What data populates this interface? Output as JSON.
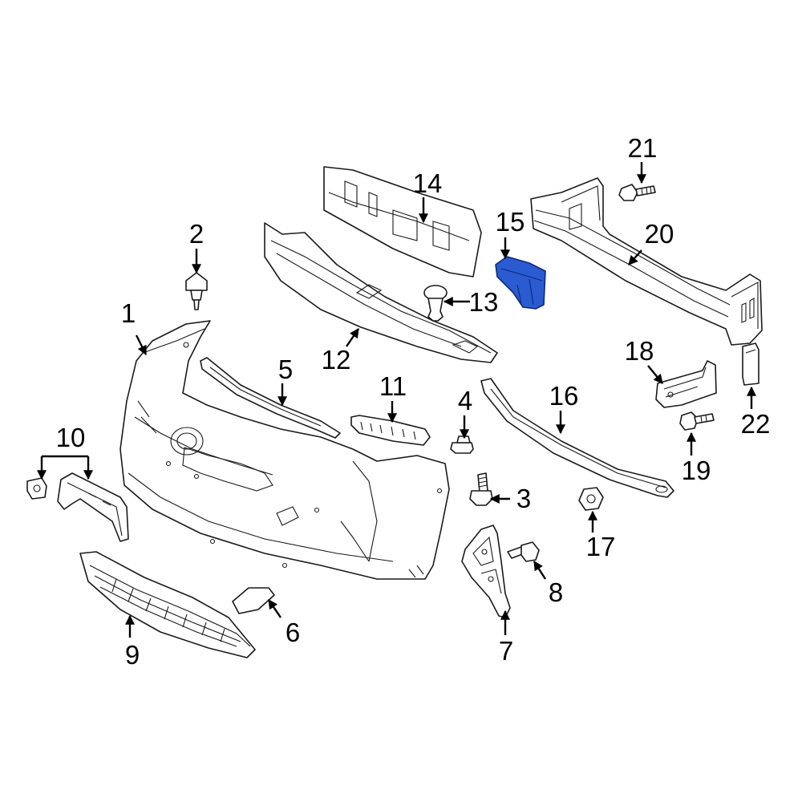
{
  "diagram": {
    "highlight_color": "#2a5bd1",
    "line_color": "#1a1a1a",
    "callouts": [
      "1",
      "2",
      "3",
      "4",
      "5",
      "6",
      "7",
      "8",
      "9",
      "10",
      "11",
      "12",
      "13",
      "14",
      "15",
      "16",
      "17",
      "18",
      "19",
      "20",
      "21",
      "22"
    ],
    "highlighted_part": "15"
  }
}
